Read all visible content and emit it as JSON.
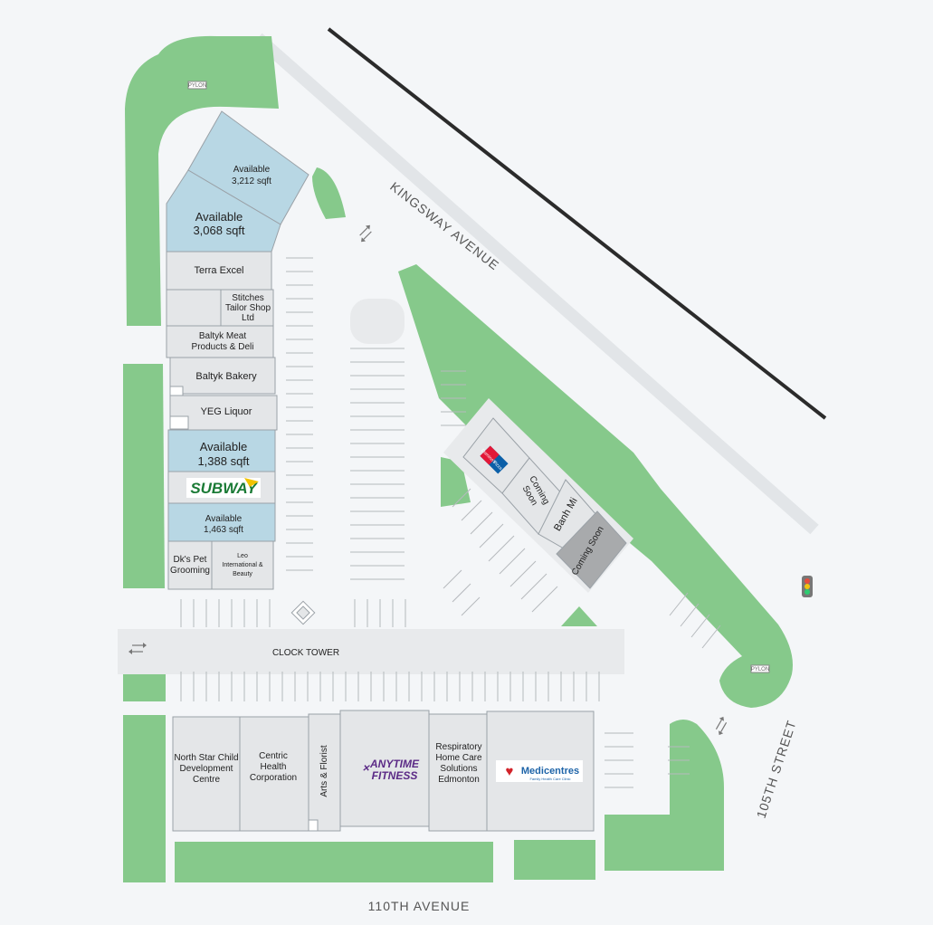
{
  "streets": {
    "kingsway": "KINGSWAY AVENUE",
    "street_105": "105TH STREET",
    "avenue_110": "110TH AVENUE",
    "clock_tower": "CLOCK TOWER"
  },
  "west_block": [
    {
      "id": "a3212",
      "line1": "Available",
      "line2": "3,212 sqft",
      "status": "available"
    },
    {
      "id": "a3068",
      "line1": "Available",
      "line2": "3,068 sqft",
      "status": "available"
    },
    {
      "id": "terra",
      "line1": "Terra Excel",
      "status": "occupied"
    },
    {
      "id": "stitches",
      "line1": "Stitches",
      "line2": "Tailor Shop",
      "line3": "Ltd",
      "status": "occupied"
    },
    {
      "id": "baltyk-meat",
      "line1": "Baltyk Meat",
      "line2": "Products & Deli",
      "status": "occupied"
    },
    {
      "id": "baltyk-bakery",
      "line1": "Baltyk Bakery",
      "status": "occupied"
    },
    {
      "id": "yeg",
      "line1": "YEG Liquor",
      "status": "occupied"
    },
    {
      "id": "a1388",
      "line1": "Available",
      "line2": "1,388 sqft",
      "status": "available"
    },
    {
      "id": "subway",
      "line1": "SUBWAY",
      "status": "occupied"
    },
    {
      "id": "a1463",
      "line1": "Available",
      "line2": "1,463 sqft",
      "status": "available"
    },
    {
      "id": "dks",
      "line1": "Dk's Pet",
      "line2": "Grooming",
      "status": "occupied"
    },
    {
      "id": "leo",
      "line1": "Leo",
      "line2": "International &",
      "line3": "Beauty",
      "status": "occupied"
    }
  ],
  "pad_block": [
    {
      "id": "dominos",
      "line1": "Domino's",
      "line2": "Pizza",
      "status": "occupied"
    },
    {
      "id": "coming1",
      "line1": "Coming",
      "line2": "Soon",
      "status": "coming"
    },
    {
      "id": "banh",
      "line1": "Banh Mi",
      "status": "occupied"
    },
    {
      "id": "coming2",
      "line1": "Coming Soon",
      "status": "coming-dark"
    }
  ],
  "south_block": [
    {
      "id": "northstar",
      "line1": "North Star Child",
      "line2": "Development",
      "line3": "Centre"
    },
    {
      "id": "centric",
      "line1": "Centric",
      "line2": "Health",
      "line3": "Corporation"
    },
    {
      "id": "arts",
      "line1": "Arts & Florist"
    },
    {
      "id": "anytime",
      "line1": "ANYTIME",
      "line2": "FITNESS"
    },
    {
      "id": "respiratory",
      "line1": "Respiratory",
      "line2": "Home Care",
      "line3": "Solutions",
      "line4": "Edmonton"
    },
    {
      "id": "medicentres",
      "line1": "Medicentres",
      "line2": "Family Health Care Clinic"
    }
  ],
  "pylon_label": "PYLON",
  "colors": {
    "available": "#b8d7e4",
    "occupied": "#e4e6e8",
    "green_space": "#86c98b",
    "subway_green": "#1a7a35",
    "subway_yellow": "#f2c300",
    "anytime_purple": "#5b2a86",
    "medicentres_blue": "#1e64a8",
    "medicentres_red": "#d2232a",
    "dominos_blue": "#0b5fa8",
    "dominos_red": "#e31837"
  }
}
